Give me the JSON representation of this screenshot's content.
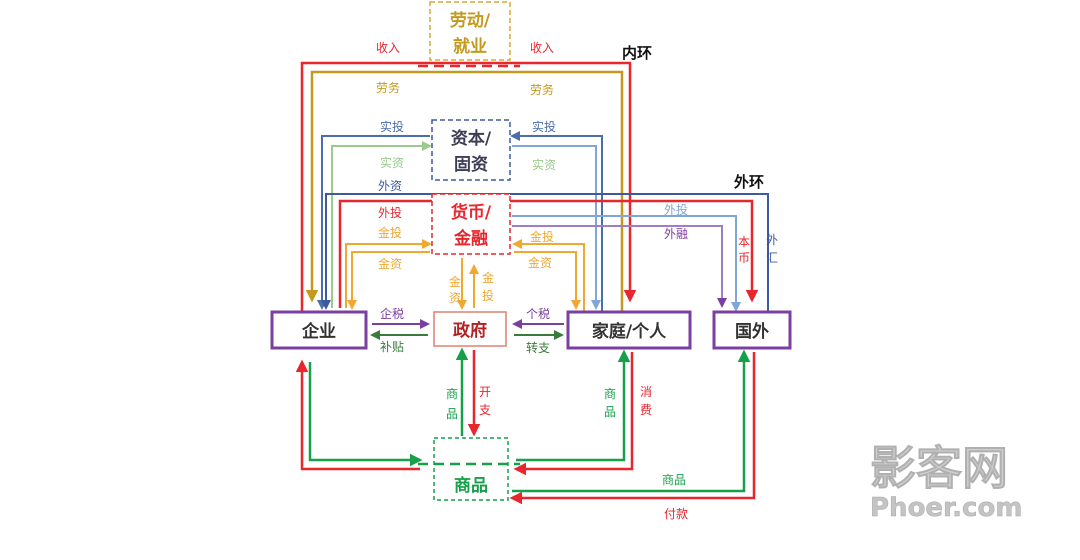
{
  "colors": {
    "red": "#e8262e",
    "gold": "#c39a1e",
    "blue": "#4b6eab",
    "lightblue": "#7fa6d8",
    "lightgreen": "#9cc98e",
    "green": "#16a04a",
    "orange": "#f0a830",
    "purple": "#7b3fa0",
    "darkgreen": "#3a7a3a",
    "navy": "#3d5a9e"
  },
  "nodes": {
    "labor": {
      "line1": "劳动/",
      "line2": "就业"
    },
    "capital": {
      "line1": "资本/",
      "line2": "固资"
    },
    "money": {
      "line1": "货币/",
      "line2": "金融"
    },
    "enterprise": "企业",
    "government": "政府",
    "household": "家庭/个人",
    "foreign": "国外",
    "goods": "商品"
  },
  "rings": {
    "inner": "内环",
    "outer": "外环"
  },
  "flows": {
    "income_left": "收入",
    "income_right": "收入",
    "labor_left": "劳务",
    "labor_right": "劳务",
    "invest_left": "实投",
    "invest_right": "实投",
    "capital_left": "实资",
    "capital_right": "实资",
    "foreign_capital": "外资",
    "foreign_invest_left": "外投",
    "fin_invest_left": "金投",
    "fin_capital_left": "金资",
    "fin_invest_right": "金投",
    "fin_capital_right": "金资",
    "foreign_invest_right": "外投",
    "foreign_fin": "外融",
    "local_currency": [
      "本",
      "币"
    ],
    "foreign_exchange": [
      "外",
      "汇"
    ],
    "gov_fin_capital": [
      "金",
      "资"
    ],
    "gov_fin_invest": [
      "金",
      "投"
    ],
    "corp_tax": "企税",
    "subsidy": "补贴",
    "personal_tax": "个税",
    "transfer": "转支",
    "gov_goods": [
      "商",
      "品"
    ],
    "gov_spending": [
      "开",
      "支"
    ],
    "hh_goods": [
      "商",
      "品"
    ],
    "hh_consume": [
      "消",
      "费"
    ],
    "foreign_goods": "商品",
    "foreign_payment": "付款"
  },
  "watermark": {
    "line1": "影客网",
    "line2": "Phoer.com"
  }
}
